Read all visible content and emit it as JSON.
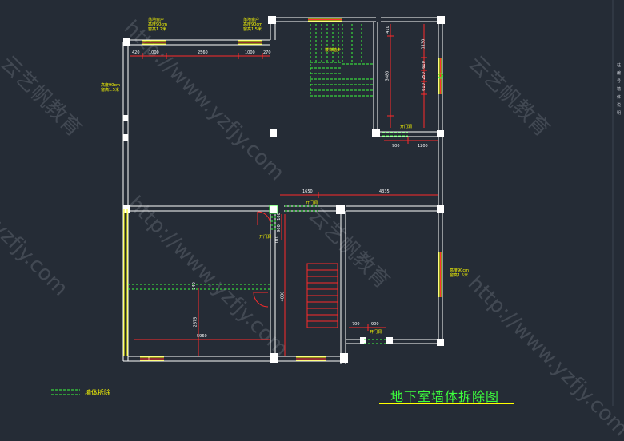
{
  "title": "地下室墙体拆除图",
  "legend": {
    "label": "墙体拆除"
  },
  "watermarks": [
    "http://www.yzfjy.com",
    "云艺帆教育",
    "云艺帆教育",
    "云艺帆教育",
    "http://www.yzfjy.com",
    "yzfjy.com",
    "http://www.yzfjy.com"
  ],
  "annotations": {
    "window1": [
      "落地窗户",
      "高度90cm",
      "窗高1.2米"
    ],
    "window2": [
      "落地窗户",
      "高度90cm",
      "窗高1.5米"
    ],
    "window_left": [
      "高度90cm",
      "窗高1.5米"
    ],
    "window_right": [
      "高度90cm",
      "窗高1.5米"
    ],
    "stairs_label": "楼梯踏步",
    "door_a": "开门洞",
    "door_b": "开门洞",
    "door_c": "开门洞",
    "door_d": "开门洞"
  },
  "dimensions": {
    "top": [
      "420",
      "1000",
      "2560",
      "1000",
      "270"
    ],
    "right_col": [
      "1130",
      "610",
      "250",
      "610"
    ],
    "stair_v": "3480",
    "stair_top": "410",
    "mid_right": [
      "900",
      "1200"
    ],
    "corridor": [
      "1650",
      "4335"
    ],
    "door_v": [
      "100",
      "900"
    ],
    "lower_left": [
      "2675",
      "5960"
    ],
    "lower_v": "4880",
    "bottom_right": [
      "700",
      "900"
    ],
    "small": [
      "240",
      "1010"
    ]
  },
  "colors": {
    "background": "#252c36",
    "wall": "#ffffff",
    "dimension": "#ff2a2a",
    "demolish": "#3dff3d",
    "window": "#ffff00",
    "title": "#3dff3d"
  },
  "side_panel": [
    "柱",
    "编",
    "号",
    "墙",
    "体",
    "说",
    "明"
  ]
}
